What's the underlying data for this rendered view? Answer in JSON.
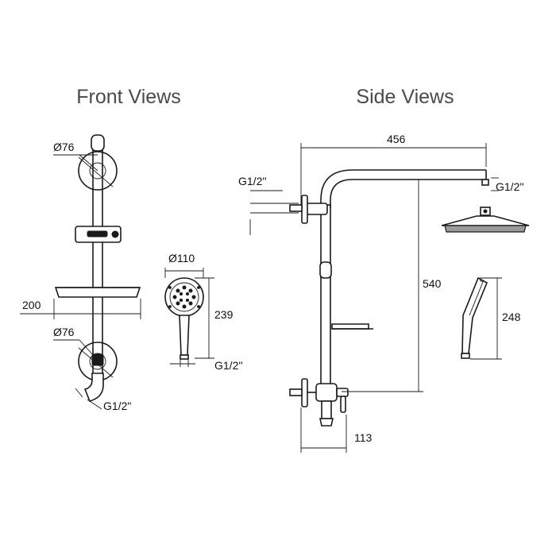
{
  "titles": {
    "front": "Front Views",
    "side": "Side Views"
  },
  "dimensions": {
    "bracket_top": "Ø76",
    "bracket_bottom": "Ø76",
    "width_200": "200",
    "thread_front": "G1/2\"",
    "handshower_dia": "Ø110",
    "handshower_len": "239",
    "handshower_thread": "G1/2''",
    "side_inlet_thread": "G1/2''",
    "arm_length": "456",
    "arm_thread": "G1/2''",
    "height_540": "540",
    "side_handshower_len": "248",
    "outlet_113": "113"
  }
}
